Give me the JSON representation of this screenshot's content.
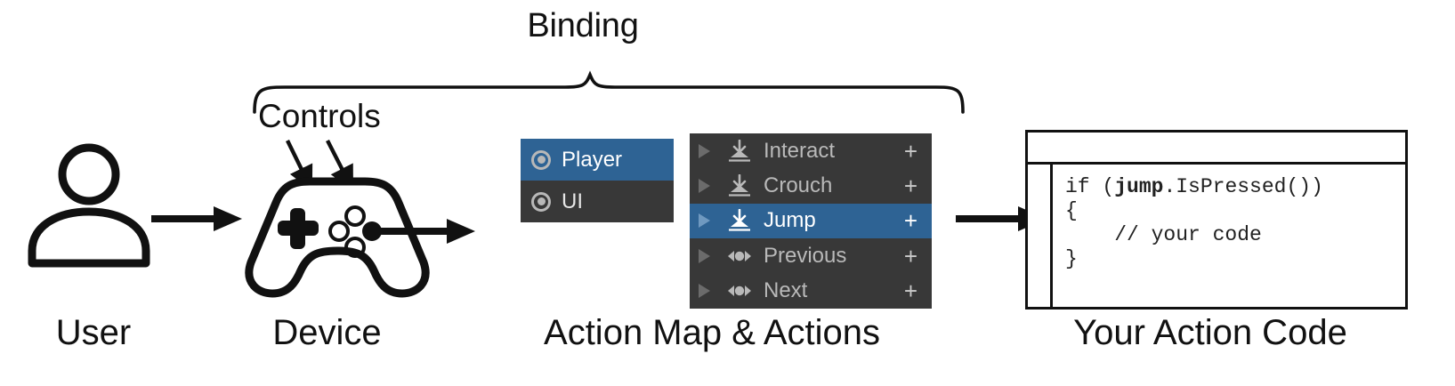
{
  "annotations": {
    "binding_label": "Binding",
    "controls_label": "Controls"
  },
  "stage_labels": {
    "user": "User",
    "device": "Device",
    "action_map": "Action Map & Actions",
    "code": "Your Action Code"
  },
  "action_map_panel": {
    "icon_name": "action-map-ring-icon",
    "rows": [
      {
        "label": "Player",
        "selected": true
      },
      {
        "label": "UI",
        "selected": false
      }
    ]
  },
  "actions_panel": {
    "expander_icon": "chevron-right-icon",
    "add_label": "+",
    "rows": [
      {
        "label": "Interact",
        "icon": "button-press-icon",
        "selected": false,
        "add": "+"
      },
      {
        "label": "Crouch",
        "icon": "button-press-icon",
        "selected": false,
        "add": "+"
      },
      {
        "label": "Jump",
        "icon": "button-press-icon",
        "selected": true,
        "add": "+"
      },
      {
        "label": "Previous",
        "icon": "axis-1d-icon",
        "selected": false,
        "add": "+"
      },
      {
        "label": "Next",
        "icon": "axis-1d-icon",
        "selected": false,
        "add": "+"
      }
    ]
  },
  "code_window": {
    "title": "",
    "line1_a": "if (",
    "line1_b": "jump",
    "line1_c": ".IsPressed())",
    "line2": "{",
    "line3": "    // your code",
    "line4": "}"
  },
  "icons": {
    "user": "person-icon",
    "device": "gamepad-icon",
    "arrow": "arrow-right-icon",
    "dpad": "dpad-icon",
    "face_buttons": "face-buttons-icon",
    "brace": "curly-brace-up-icon",
    "controls_arrows": "controls-pointer-arrows-icon"
  },
  "colors": {
    "panel_bg": "#383838",
    "selected_blue": "#2e6394",
    "text_light": "#b9b9b9",
    "ink": "#111111"
  }
}
